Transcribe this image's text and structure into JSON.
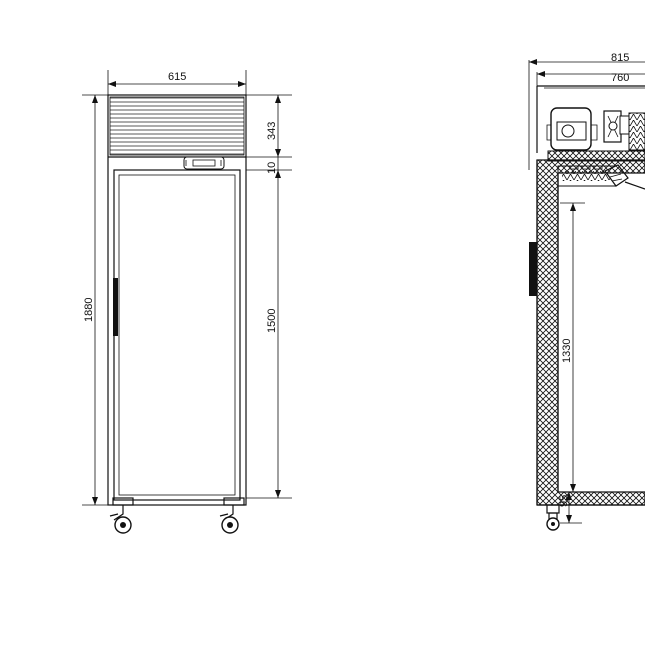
{
  "front_view": {
    "labels": {
      "overall_width": "615",
      "overall_height": "1880",
      "top_unit_height": "343",
      "gap_height": "10",
      "door_height": "1500"
    }
  },
  "side_view": {
    "labels": {
      "outer_depth": "815",
      "inner_depth": "760",
      "inner_height": "1330",
      "bottom_height": "95"
    }
  },
  "colors": {
    "ink": "#111111",
    "background": "#ffffff"
  }
}
